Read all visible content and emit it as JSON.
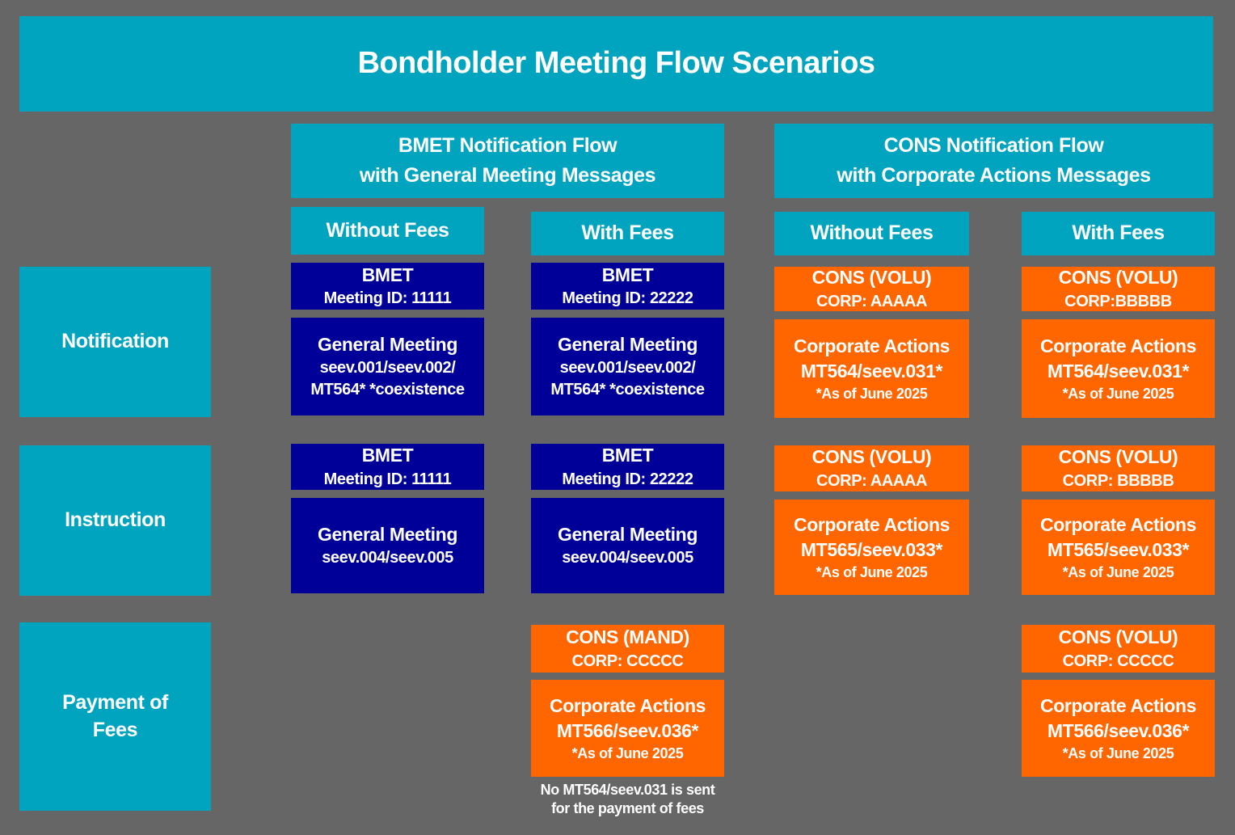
{
  "title": "Bondholder Meeting Flow Scenarios",
  "colors": {
    "background": "#666666",
    "teal": "#00a4bf",
    "dark_blue": "#000099",
    "orange": "#ff6600",
    "text": "#ffffff"
  },
  "group_headers": {
    "bmet": {
      "line1": "BMET Notification Flow",
      "line2": "with General Meeting Messages"
    },
    "cons": {
      "line1": "CONS Notification Flow",
      "line2": "with Corporate Actions Messages"
    }
  },
  "column_headers": {
    "bmet_without": "Without Fees",
    "bmet_with": "With Fees",
    "cons_without": "Without Fees",
    "cons_with": "With Fees"
  },
  "row_labels": {
    "notification": "Notification",
    "instruction": "Instruction",
    "payment": "Payment of Fees"
  },
  "cells": {
    "notif_bmet_without": {
      "top": {
        "l1": "BMET",
        "l2": "Meeting ID: 11111"
      },
      "main": {
        "l1": "General Meeting",
        "l2": "seev.001/seev.002/",
        "l3": "MT564* *coexistence"
      }
    },
    "notif_bmet_with": {
      "top": {
        "l1": "BMET",
        "l2": "Meeting ID: 22222"
      },
      "main": {
        "l1": "General Meeting",
        "l2": "seev.001/seev.002/",
        "l3": "MT564* *coexistence"
      }
    },
    "notif_cons_without": {
      "top": {
        "l1": "CONS (VOLU)",
        "l2": "CORP: AAAAA"
      },
      "main": {
        "l1": "Corporate Actions",
        "l2": "MT564/seev.031*",
        "l3": "*As of June 2025"
      }
    },
    "notif_cons_with": {
      "top": {
        "l1": "CONS (VOLU)",
        "l2": "CORP:BBBBB"
      },
      "main": {
        "l1": "Corporate Actions",
        "l2": "MT564/seev.031*",
        "l3": "*As of June 2025"
      }
    },
    "instr_bmet_without": {
      "top": {
        "l1": "BMET",
        "l2": "Meeting ID: 11111"
      },
      "main": {
        "l1": "General Meeting",
        "l2": "seev.004/seev.005"
      }
    },
    "instr_bmet_with": {
      "top": {
        "l1": "BMET",
        "l2": "Meeting ID: 22222"
      },
      "main": {
        "l1": "General Meeting",
        "l2": "seev.004/seev.005"
      }
    },
    "instr_cons_without": {
      "top": {
        "l1": "CONS (VOLU)",
        "l2": "CORP: AAAAA"
      },
      "main": {
        "l1": "Corporate Actions",
        "l2": "MT565/seev.033*",
        "l3": "*As of June 2025"
      }
    },
    "instr_cons_with": {
      "top": {
        "l1": "CONS (VOLU)",
        "l2": "CORP: BBBBB"
      },
      "main": {
        "l1": "Corporate Actions",
        "l2": "MT565/seev.033*",
        "l3": "*As of June 2025"
      }
    },
    "pay_bmet_with": {
      "top": {
        "l1": "CONS (MAND)",
        "l2": "CORP: CCCCC"
      },
      "main": {
        "l1": "Corporate Actions",
        "l2": "MT566/seev.036*",
        "l3": "*As of June 2025"
      },
      "note": {
        "l1": "No MT564/seev.031 is sent",
        "l2": "for the payment of fees"
      }
    },
    "pay_cons_with": {
      "top": {
        "l1": "CONS (VOLU)",
        "l2": "CORP: CCCCC"
      },
      "main": {
        "l1": "Corporate Actions",
        "l2": "MT566/seev.036*",
        "l3": "*As of June 2025"
      }
    }
  }
}
